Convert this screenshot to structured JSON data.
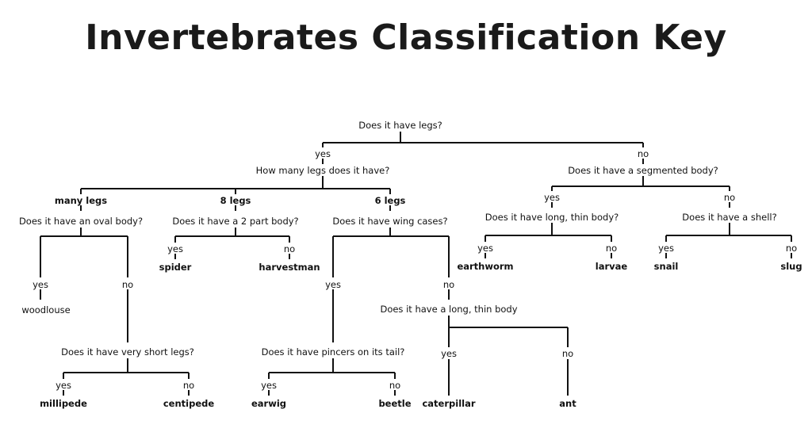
{
  "title": "Invertebrates Classification Key",
  "nodes": {
    "q_legs": "Does it have legs?",
    "b_legs_yes": "yes",
    "b_legs_no": "no",
    "q_how_many": "How many legs does it have?",
    "q_segmented": "Does it have a segmented body?",
    "b_many": "many legs",
    "b_8": "8 legs",
    "b_6": "6 legs",
    "q_oval": "Does it have an oval body?",
    "q_two_part": "Does it have a 2 part body?",
    "q_wing": "Does it have wing cases?",
    "b_seg_yes": "yes",
    "b_seg_no": "no",
    "q_long_thin": "Does it have long, thin body?",
    "q_shell": "Does it have a shell?",
    "b_2p_yes": "yes",
    "l_spider": "spider",
    "b_2p_no": "no",
    "l_harvestman": "harvestman",
    "b_lt_yes": "yes",
    "l_earthworm": "earthworm",
    "b_lt_no": "no",
    "l_larvae": "larvae",
    "b_sh_yes": "yes",
    "l_snail": "snail",
    "b_sh_no": "no",
    "l_slug": "slug",
    "b_oval_yes": "yes",
    "l_woodlouse": "woodlouse",
    "b_oval_no": "no",
    "b_wing_yes": "yes",
    "b_wing_no": "no",
    "q_long_thin2": "Does it have a long, thin body",
    "q_short_legs": "Does it have very short legs?",
    "q_pincers": "Does it have pincers on its tail?",
    "b_lt2_yes": "yes",
    "b_lt2_no": "no",
    "b_sl_yes": "yes",
    "l_millipede": "millipede",
    "b_sl_no": "no",
    "l_centipede": "centipede",
    "b_pin_yes": "yes",
    "l_earwig": "earwig",
    "b_pin_no": "no",
    "l_beetle": "beetle",
    "l_caterpillar": "caterpillar",
    "l_ant": "ant"
  }
}
